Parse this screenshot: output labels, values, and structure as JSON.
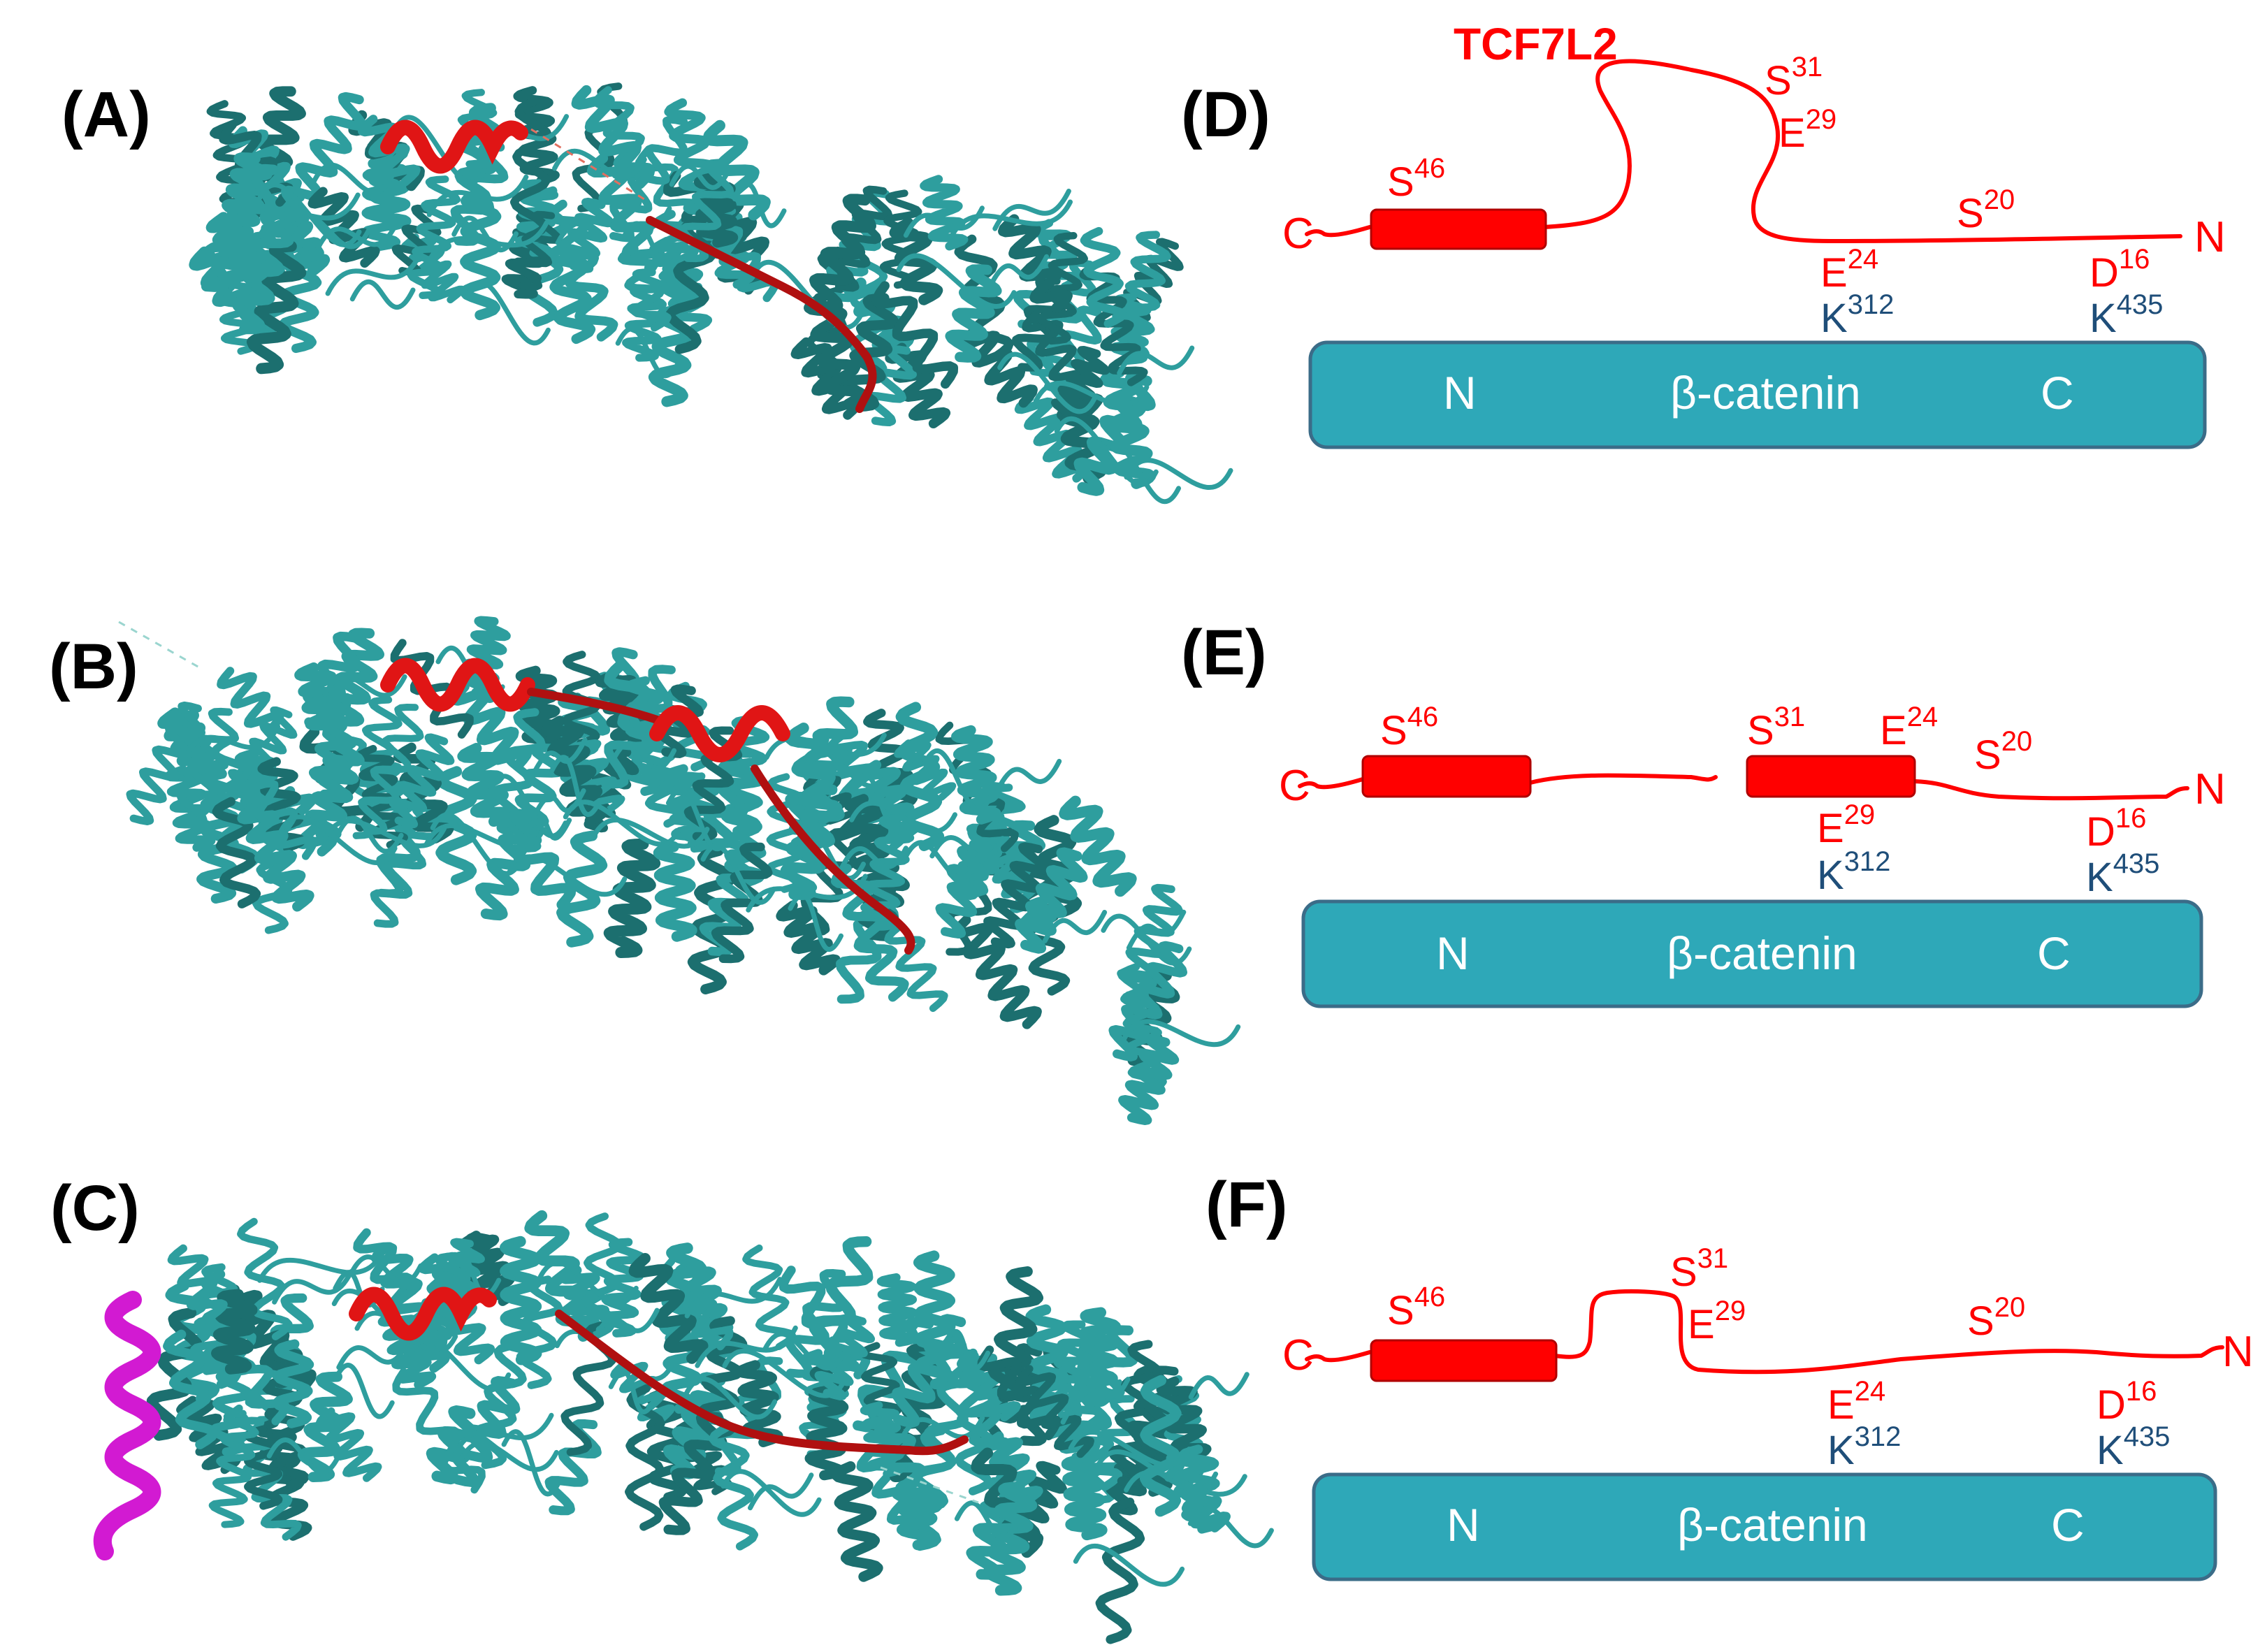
{
  "panels": {
    "A": {
      "letter": "(A)"
    },
    "B": {
      "letter": "(B)"
    },
    "C": {
      "letter": "(C)"
    },
    "D": {
      "letter": "(D)",
      "title": "TCF7L2",
      "c_term": "C",
      "n_term": "N",
      "box_label": "β-catenin",
      "box_n": "N",
      "box_c": "C",
      "residues": {
        "s46": {
          "base": "S",
          "sup": "46"
        },
        "s31": {
          "base": "S",
          "sup": "31"
        },
        "e29": {
          "base": "E",
          "sup": "29"
        },
        "s20": {
          "base": "S",
          "sup": "20"
        },
        "e24": {
          "base": "E",
          "sup": "24"
        },
        "d16": {
          "base": "D",
          "sup": "16"
        },
        "k312": {
          "base": "K",
          "sup": "312"
        },
        "k435": {
          "base": "K",
          "sup": "435"
        }
      }
    },
    "E": {
      "letter": "(E)",
      "c_term": "C",
      "n_term": "N",
      "box_label": "β-catenin",
      "box_n": "N",
      "box_c": "C",
      "residues": {
        "s46": {
          "base": "S",
          "sup": "46"
        },
        "s31": {
          "base": "S",
          "sup": "31"
        },
        "e24": {
          "base": "E",
          "sup": "24"
        },
        "s20": {
          "base": "S",
          "sup": "20"
        },
        "e29": {
          "base": "E",
          "sup": "29"
        },
        "d16": {
          "base": "D",
          "sup": "16"
        },
        "k312": {
          "base": "K",
          "sup": "312"
        },
        "k435": {
          "base": "K",
          "sup": "435"
        }
      }
    },
    "F": {
      "letter": "(F)",
      "c_term": "C",
      "n_term": "N",
      "box_label": "β-catenin",
      "box_n": "N",
      "box_c": "C",
      "residues": {
        "s46": {
          "base": "S",
          "sup": "46"
        },
        "s31": {
          "base": "S",
          "sup": "31"
        },
        "e29": {
          "base": "E",
          "sup": "29"
        },
        "s20": {
          "base": "S",
          "sup": "20"
        },
        "e24": {
          "base": "E",
          "sup": "24"
        },
        "d16": {
          "base": "D",
          "sup": "16"
        },
        "k312": {
          "base": "K",
          "sup": "312"
        },
        "k435": {
          "base": "K",
          "sup": "435"
        }
      }
    }
  },
  "colors": {
    "protein_ribbon": "#2e9e9e",
    "tcf_peptide": "#e01515",
    "magenta_helix": "#d21ad2",
    "beta_catenin_box": "#2ea8b8",
    "beta_catenin_border": "#3b6c88",
    "residue_red": "#ff0000",
    "residue_blue": "#1f4e79"
  },
  "icons": {
    "structure": "protein-ribbon-structure",
    "helix": "alpha-helix-cylinder"
  }
}
